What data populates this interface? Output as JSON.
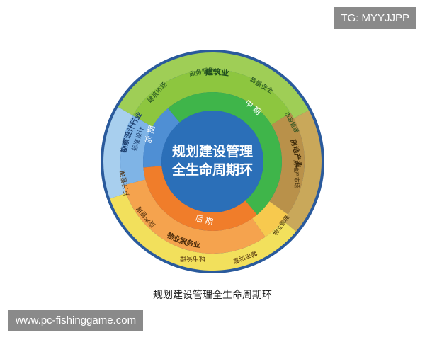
{
  "watermarks": {
    "tag": "TG: MYYJJPP",
    "url": "www.pc-fishinggame.com"
  },
  "diagram": {
    "center_line1": "规划建设管理",
    "center_line2": "全生命周期环",
    "inner_ring": {
      "pre": "前 期",
      "mid": "中 期",
      "post": "后 期"
    },
    "middle_ring": {
      "standard_design": "标准设计",
      "construction_market": "建筑市场",
      "government_services": "政务服务",
      "quality_safety": "质量安全",
      "municipal_infra": "市政管理",
      "real_estate_market": "房地产市场",
      "property_mgmt": "物业管理",
      "urban_operation": "城市运营",
      "city_mgmt": "城市管理",
      "asset_mgmt": "资产管理",
      "demolition": "拆迁管理"
    },
    "outer_ring": {
      "survey_design": "勘察设计行业",
      "construction": "建筑业",
      "real_estate": "房地产业",
      "property_service": "物业服务业"
    },
    "colors": {
      "outer_edge": "#2a5a9c",
      "center_blue": "#2b6fb8",
      "pre_blue": "#4f8fd4",
      "standard_blue": "#7fb4e6",
      "survey_lightblue": "#a8cfee",
      "green_inner": "#3fb54a",
      "green_mid": "#8dc63f",
      "green_outer": "#9fce56",
      "orange_inner": "#f07d2a",
      "orange_mid": "#f5a34e",
      "yellow_mid": "#f7c94e",
      "yellow_outer": "#f2e05c",
      "brown_mid": "#b9914a",
      "brown_outer": "#c9a85a"
    }
  },
  "caption": "规划建设管理全生命周期环"
}
